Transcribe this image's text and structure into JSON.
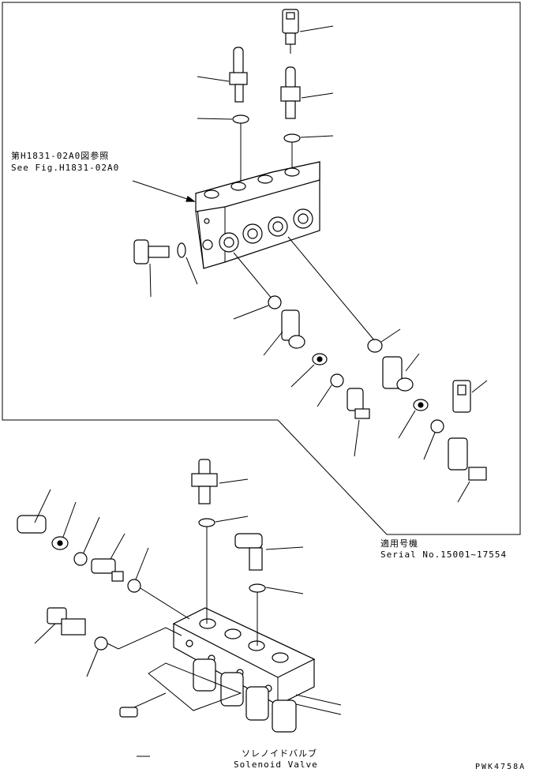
{
  "references": {
    "figure_ref_jp": "第H1831-02A0図参照",
    "figure_ref_en": "See Fig.H1831-02A0"
  },
  "applicability": {
    "label_jp": "適用号機",
    "label_en": "Serial No.15001~17554"
  },
  "part_name": {
    "jp": "ソレノイドバルブ",
    "en": "Solenoid Valve"
  },
  "drawing_code": "PWK4758A"
}
